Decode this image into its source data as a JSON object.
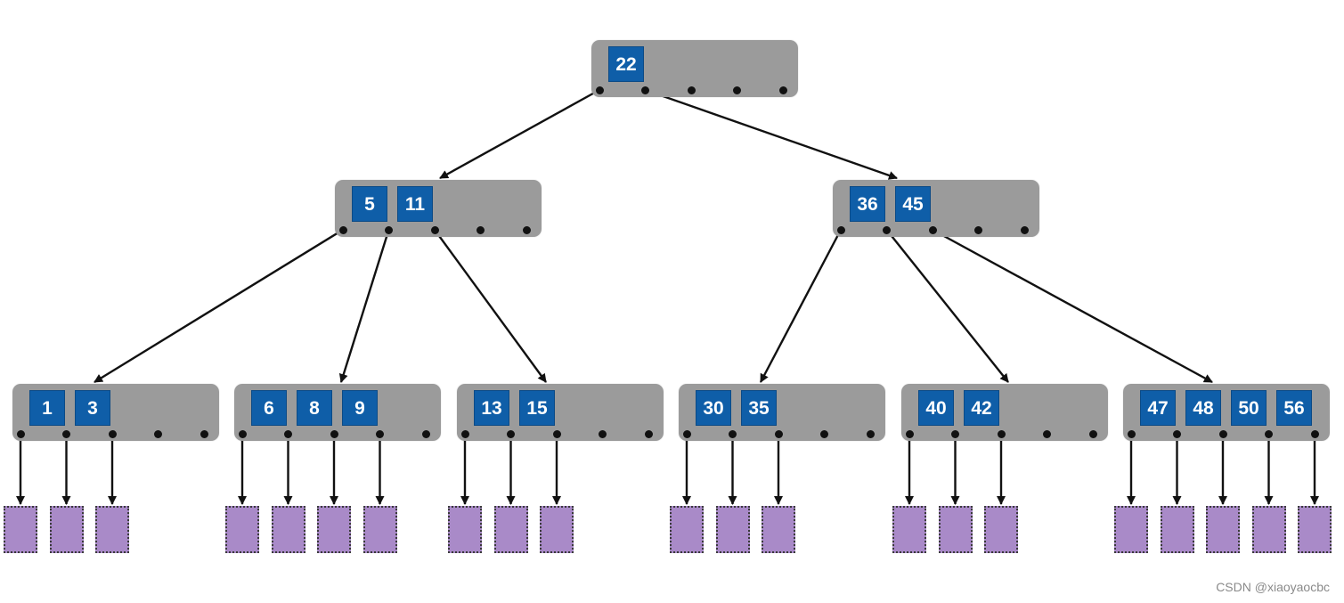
{
  "tree": {
    "root": {
      "keys": [
        "22"
      ]
    },
    "internal": [
      {
        "keys": [
          "5",
          "11"
        ]
      },
      {
        "keys": [
          "36",
          "45"
        ]
      }
    ],
    "level2": [
      {
        "keys": [
          "1",
          "3"
        ]
      },
      {
        "keys": [
          "6",
          "8",
          "9"
        ]
      },
      {
        "keys": [
          "13",
          "15"
        ]
      },
      {
        "keys": [
          "30",
          "35"
        ]
      },
      {
        "keys": [
          "40",
          "42"
        ]
      },
      {
        "keys": [
          "47",
          "48",
          "50",
          "56"
        ]
      }
    ],
    "pointers_per_node": 5
  },
  "colors": {
    "node_bg": "#9b9b9b",
    "key_bg": "#0f5ea8",
    "key_text": "#ffffff",
    "leaf_fill": "#a98ac8",
    "edge": "#111111"
  },
  "watermark": "CSDN @xiaoyaocbc"
}
